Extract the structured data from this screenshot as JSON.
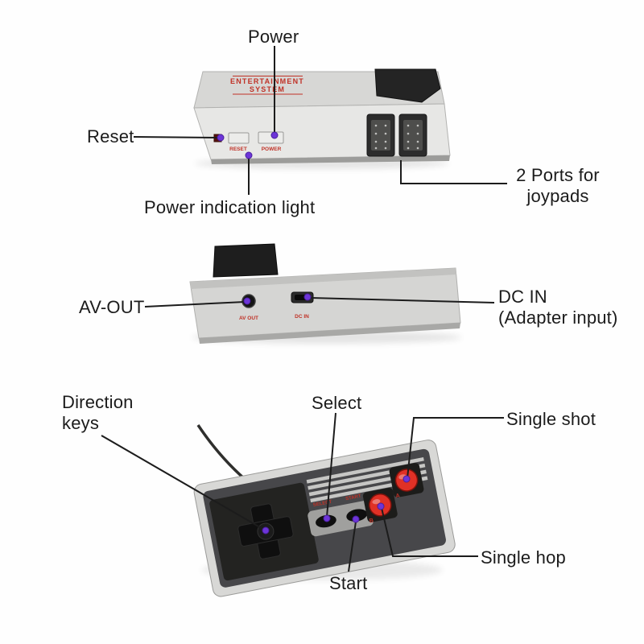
{
  "figure": {
    "type": "annotated-product-diagram",
    "subject": "retro mini game console with joypad controller"
  },
  "colors": {
    "annotation_text": "#1b1b1b",
    "leader_line": "#1c1c1c",
    "dot_purple": "#6d35d8",
    "device_red_text": "#c03227",
    "button_red": "#e03126"
  },
  "top_view": {
    "labels": {
      "power": "Power",
      "reset": "Reset",
      "power_indication": "Power indication light",
      "ports_line1": "2 Ports for",
      "ports_line2": "joypads"
    },
    "device_text": {
      "brand_line1": "ENTERTAINMENT",
      "brand_line2": "SYSTEM",
      "reset_button": "RESET",
      "power_button": "POWER"
    }
  },
  "back_view": {
    "labels": {
      "av_out": "AV-OUT",
      "dc_in_line1": "DC IN",
      "dc_in_line2": "(Adapter input)"
    },
    "device_text": {
      "av_out_port": "AV OUT",
      "dc_in_port": "DC IN"
    }
  },
  "controller_view": {
    "labels": {
      "direction_line1": "Direction",
      "direction_line2": "keys",
      "select": "Select",
      "single_shot": "Single shot",
      "start": "Start",
      "single_hop": "Single hop"
    },
    "device_text": {
      "select_button": "SELECT",
      "start_button": "START",
      "button_b": "B",
      "button_a": "A"
    }
  }
}
